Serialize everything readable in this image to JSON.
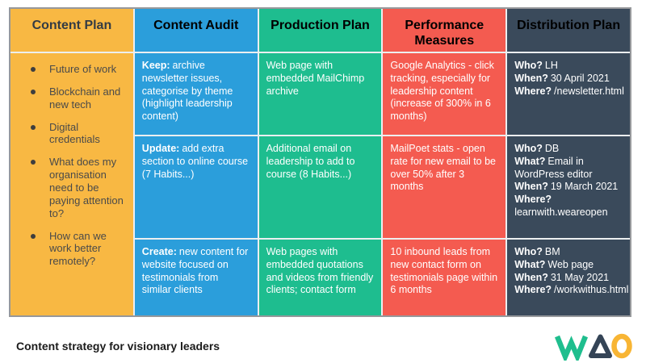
{
  "caption": "Content strategy for visionary leaders",
  "brand": {
    "name": "WAO"
  },
  "colors": {
    "yellow": "#F8B843",
    "blue": "#2B9EDB",
    "green": "#1EBD8F",
    "red": "#F45B50",
    "slate": "#3A4A5B",
    "header_text_dark": "#333B44",
    "body_text_dark": "#4A4A4A",
    "caption_text": "#1B1B1B",
    "logo_green": "#1FBE8E",
    "logo_dark": "#344456",
    "logo_orange": "#F8B534",
    "grid_line": "#ECEFF0",
    "outer_border": "#96989B"
  },
  "columns": {
    "content_plan": {
      "header": "Content Plan",
      "items": [
        "Future of work",
        "Blockchain and new tech",
        "Digital credentials",
        "What does my organisation need to be paying attention to?",
        "How can we work better remotely?"
      ]
    },
    "content_audit": {
      "header": "Content Audit",
      "rows": [
        {
          "lead": "Keep:",
          "text": "archive newsletter issues, categorise by theme (highlight leadership content)"
        },
        {
          "lead": "Update:",
          "text": "add extra section to online course (7 Habits...)"
        },
        {
          "lead": "Create:",
          "text": "new content for website focused on testimonials from similar clients"
        }
      ]
    },
    "production_plan": {
      "header": "Production Plan",
      "rows": [
        "Web page with embedded MailChimp archive",
        "Additional email on leadership to add to course (8 Habits...)",
        "Web pages with embedded quotations and videos from friendly clients; contact form"
      ]
    },
    "performance_measures": {
      "header": "Performance Measures",
      "rows": [
        "Google Analytics - click tracking, especially for leadership content (increase of 300% in 6 months)",
        "MailPoet stats - open rate for new email to be over 50% after 3 months",
        "10 inbound leads from new contact form on testimonials page within 6 months"
      ]
    },
    "distribution_plan": {
      "header": "Distribution Plan",
      "rows": [
        {
          "pairs": [
            {
              "q": "Who?",
              "a": "LH"
            },
            {
              "q": "When?",
              "a": "30 April 2021"
            },
            {
              "q": "Where?",
              "a": "/newsletter.html"
            }
          ]
        },
        {
          "pairs": [
            {
              "q": "Who?",
              "a": "DB"
            },
            {
              "q": "What?",
              "a": "Email in WordPress editor"
            },
            {
              "q": "When?",
              "a": "19 March 2021"
            },
            {
              "q": "Where?",
              "a": "learnwith.weareopen"
            }
          ]
        },
        {
          "pairs": [
            {
              "q": "Who?",
              "a": "BM"
            },
            {
              "q": "What?",
              "a": "Web page"
            },
            {
              "q": "When?",
              "a": "31 May 2021"
            },
            {
              "q": "Where?",
              "a": "/workwithus.html"
            }
          ]
        }
      ]
    }
  }
}
